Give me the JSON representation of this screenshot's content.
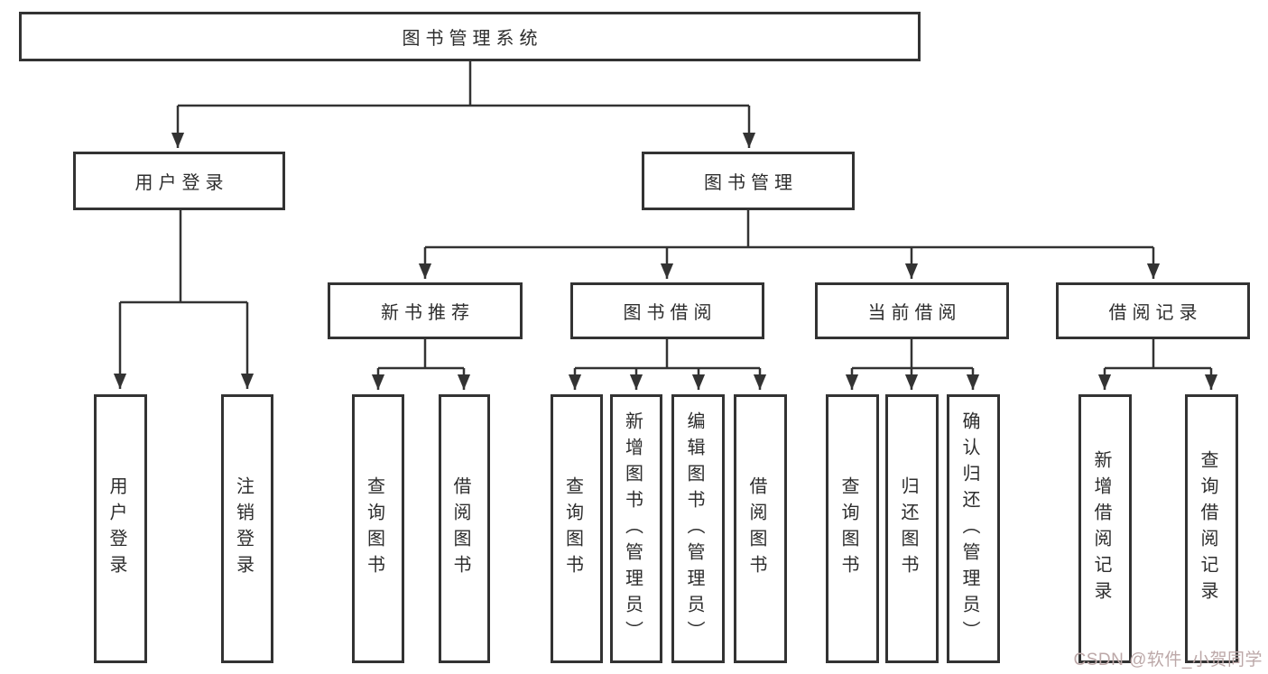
{
  "tree": {
    "root": "图书管理系统",
    "branches": [
      {
        "label": "用户登录",
        "children": [
          "用户登录",
          "注销登录"
        ]
      },
      {
        "label": "图书管理",
        "sections": [
          {
            "label": "新书推荐",
            "children": [
              "查询图书",
              "借阅图书"
            ]
          },
          {
            "label": "图书借阅",
            "children": [
              "查询图书",
              "新增图书（管理员）",
              "编辑图书（管理员）",
              "借阅图书"
            ]
          },
          {
            "label": "当前借阅",
            "children": [
              "查询图书",
              "归还图书",
              "确认归还（管理员）"
            ]
          },
          {
            "label": "借阅记录",
            "children": [
              "新增借阅记录",
              "查询借阅记录"
            ]
          }
        ]
      }
    ]
  },
  "watermark": {
    "text": "CSDN @软件_小贺同学",
    "color": "#bca8a8"
  },
  "colors": {
    "line": "#333333",
    "box_border": "#333333",
    "background": "#ffffff",
    "text": "#2d2d2d"
  }
}
